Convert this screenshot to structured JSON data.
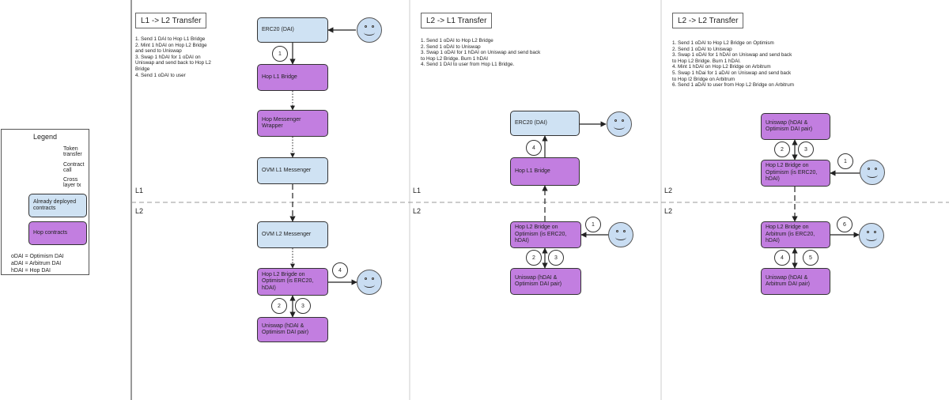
{
  "legend": {
    "title": "Legend",
    "token_transfer": "Token transfer",
    "contract_call": "Contract call",
    "cross_layer": "Cross layer tx",
    "already_deployed": "Already deployed contracts",
    "hop_contracts": "Hop contracts",
    "abbr_o": "oDAI = Optimism DAI",
    "abbr_a": "aDAI = Arbitrum DAI",
    "abbr_h": "hDAI = Hop DAI"
  },
  "colors": {
    "already_deployed": "#cfe2f3",
    "hop_contracts": "#c27ee0",
    "face": "#c9ddf2"
  },
  "layer_labels": {
    "l1": "L1",
    "l2": "L2"
  },
  "panel1": {
    "title": "L1 -> L2 Transfer",
    "steps": [
      "1. Send 1 DAI to Hop L1 Bridge",
      "2. Mint 1 hDAI on Hop L2 Bridge",
      "and send to Uniswap",
      "3. Swap 1 hDAI for 1 oDAI on",
      "Uniswap and send back to Hop L2",
      "Bridge",
      "4. Send 1 oDAI to user"
    ],
    "boxes": {
      "erc20": "ERC20 (DAI)",
      "l1_bridge": "Hop L1 Bridge",
      "messenger_wrapper": "Hop Messenger Wrapper",
      "ovm_l1": "OVM L1 Messenger",
      "ovm_l2": "OVM L2 Messenger",
      "l2_bridge": "Hop L2 Brigde on Optimism (is ERC20, hDAI)",
      "uniswap": "Uniswap (hDAI & Optimism DAI pair)"
    },
    "markers": [
      "1",
      "2",
      "3",
      "4"
    ]
  },
  "panel2": {
    "title": "L2 -> L1 Transfer",
    "steps": [
      "1. Send 1 oDAI to Hop L2 Bridge",
      "2. Send 1 oDAI to Uniswap",
      "3. Swap 1 oDAI for 1 hDAI on Uniswap and send back",
      "to Hop L2 Bridge. Burn 1 hDAI",
      "4. Send 1 DAI to user from Hop L1 Bridge."
    ],
    "boxes": {
      "erc20": "ERC20 (DAI)",
      "l1_bridge": "Hop L1 Bridge",
      "l2_bridge": "Hop L2 Bridge on Optimism (is ERC20, hDAI)",
      "uniswap": "Uniswap (hDAI & Optimism DAI pair)"
    },
    "markers": [
      "1",
      "2",
      "3",
      "4"
    ]
  },
  "panel3": {
    "title": "L2 -> L2 Transfer",
    "steps": [
      "1. Send 1 oDAI to Hop L2 Bridge on Optimism",
      "2. Send 1 oDAI to Uniswap",
      "3. Swap 1 oDAI for 1 hDAI on Uniswap and send back",
      "to Hop L2 Bridge. Burn 1 hDAI.",
      "4. Mint 1 hDAI on Hop L2 Bridge on Arbitrum",
      "5. Swap 1 hDai for 1 aDAI on Uniswap and send back",
      "to Hop l2 Bridge on Arbitrum",
      "6. Send 1 aDAI to user from Hop L2 Bridge on Arbitrum"
    ],
    "boxes": {
      "uniswap_top": "Uniswap (hDAI & Optimism DAI pair)",
      "l2_opt": "Hop L2 Bridge on Optimism (is ERC20, hDAI)",
      "l2_arb": "Hop L2 Bridge on Arbitrum (is ERC20, hDAI)",
      "uniswap_bottom": "Uniswap (hDAI & Arbitrum DAI pair)"
    },
    "markers": [
      "1",
      "2",
      "3",
      "4",
      "5",
      "6"
    ]
  }
}
